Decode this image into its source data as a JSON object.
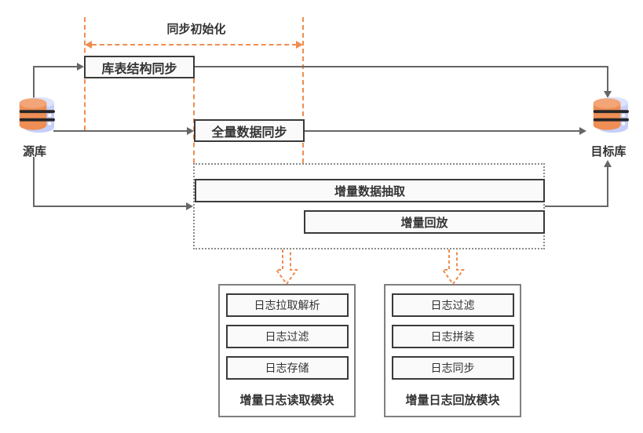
{
  "diagram_title": "database-sync-architecture",
  "phase": {
    "label": "同步初始化"
  },
  "source_db": {
    "label": "源库"
  },
  "target_db": {
    "label": "目标库"
  },
  "steps": {
    "schema_sync": "库表结构同步",
    "full_sync": "全量数据同步",
    "incr_extract": "增量数据抽取",
    "incr_replay": "增量回放"
  },
  "modules": [
    {
      "label": "增量日志读取模块",
      "items": [
        "日志拉取解析",
        "日志过滤",
        "日志存储"
      ]
    },
    {
      "label": "增量日志回放模块",
      "items": [
        "日志过滤",
        "日志拼装",
        "日志同步"
      ]
    }
  ],
  "icons": {
    "source_db": "database-cylinder",
    "target_db": "database-cylinder",
    "phase_range": "double-headed-dashed-arrow",
    "module_feed": "hollow-dashed-down-arrow"
  },
  "colors": {
    "accent_orange": "#F08C4F",
    "line_gray": "#666666",
    "box_border": "#3A3A3A",
    "box_bg": "#FAFAFA",
    "text": "#333333",
    "db_blue": "#C7CFF8",
    "db_blue_top": "#DDE3FC",
    "db_orange": "#EF8E55",
    "db_orange_top": "#F2A678",
    "container_dotted": "#8C8C8C",
    "module_border": "#808080",
    "background": "#FFFFFF"
  }
}
